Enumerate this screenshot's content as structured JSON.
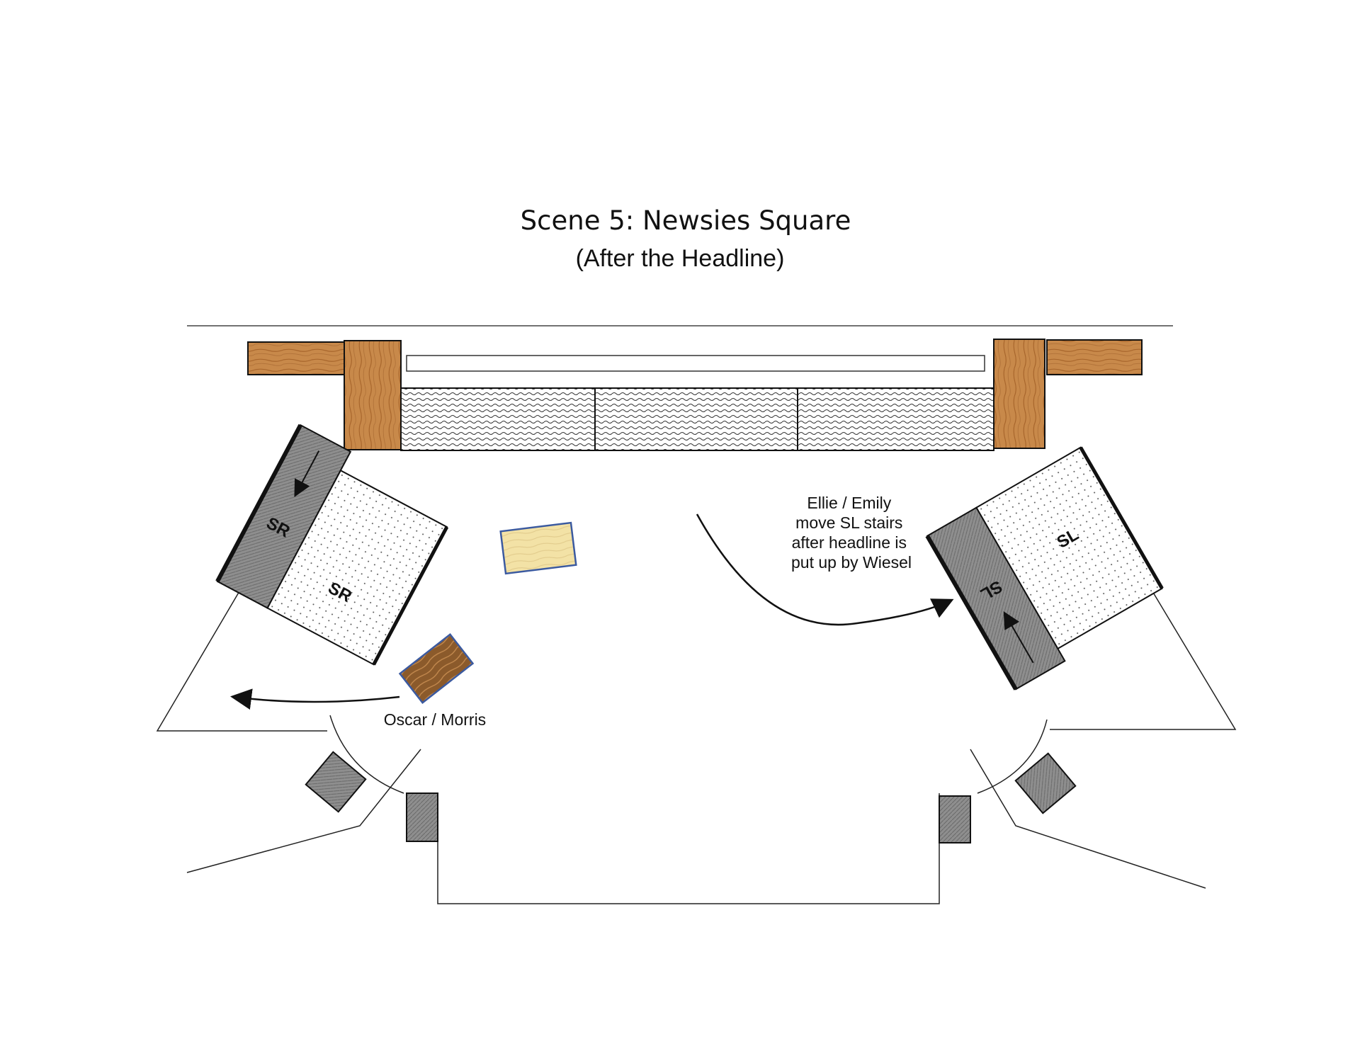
{
  "title": "Scene 5: Newsies Square",
  "subtitle": "(After the Headline)",
  "notes": {
    "sl_move": [
      "Ellie / Emily",
      "move SL stairs",
      "after headline is",
      "put up by Wiesel"
    ],
    "sr_move": "Oscar / Morris"
  },
  "units": {
    "sr_stair": "SR",
    "sr_platform": "SR",
    "sl_stair": "SL",
    "sl_platform": "SL"
  },
  "colors": {
    "wood": "#c8894a",
    "wood_grain": "#a8662c",
    "light_wood": "#f3e2a6",
    "dark_wood": "#8b5a2b",
    "gray_unit": "#8e8e8e",
    "crate_border": "#3b5aa0",
    "line": "#222222"
  }
}
